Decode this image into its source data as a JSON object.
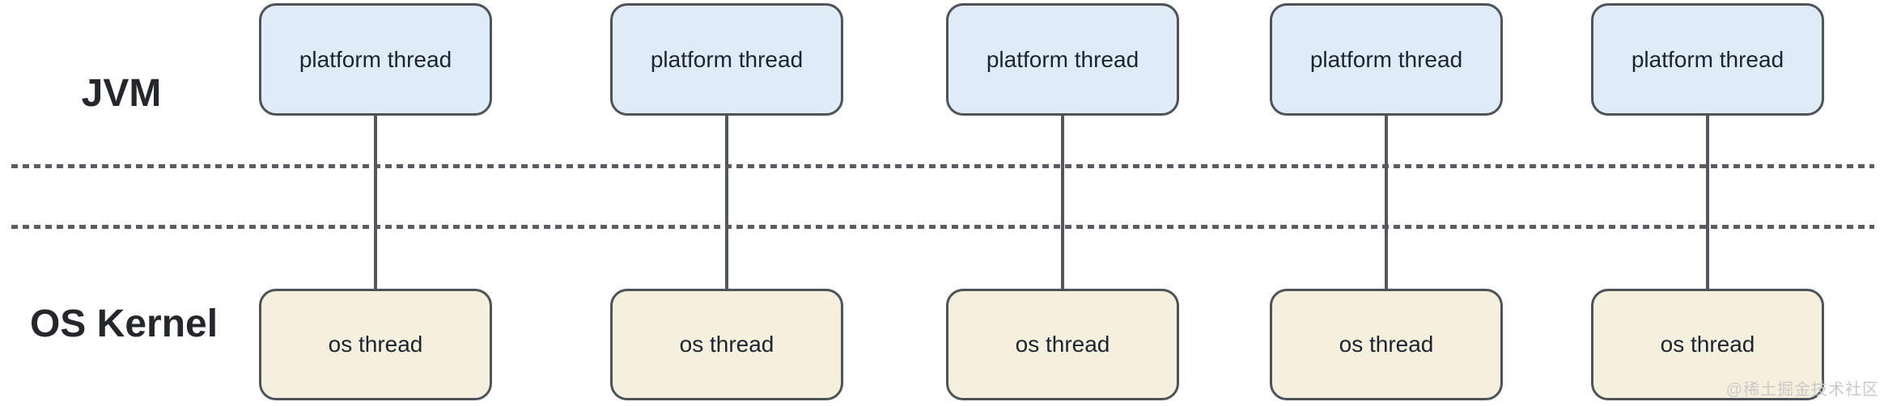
{
  "labels": {
    "jvm": "JVM",
    "os_kernel": "OS Kernel"
  },
  "columns": [
    {
      "platform_label": "platform thread",
      "os_label": "os thread"
    },
    {
      "platform_label": "platform thread",
      "os_label": "os thread"
    },
    {
      "platform_label": "platform thread",
      "os_label": "os thread"
    },
    {
      "platform_label": "platform thread",
      "os_label": "os thread"
    },
    {
      "platform_label": "platform thread",
      "os_label": "os thread"
    }
  ],
  "colors": {
    "background": "#ffffff",
    "platform_box_fill": "#dfecf8",
    "os_box_fill": "#f5f0de",
    "box_border": "#4d5359",
    "connector": "#54585c",
    "dashed_line": "#5a5e62",
    "box_text": "#1b2430",
    "label_text": "#24272b",
    "watermark_text": "#c9c9c9"
  },
  "watermark": "@稀土掘金技术社区"
}
